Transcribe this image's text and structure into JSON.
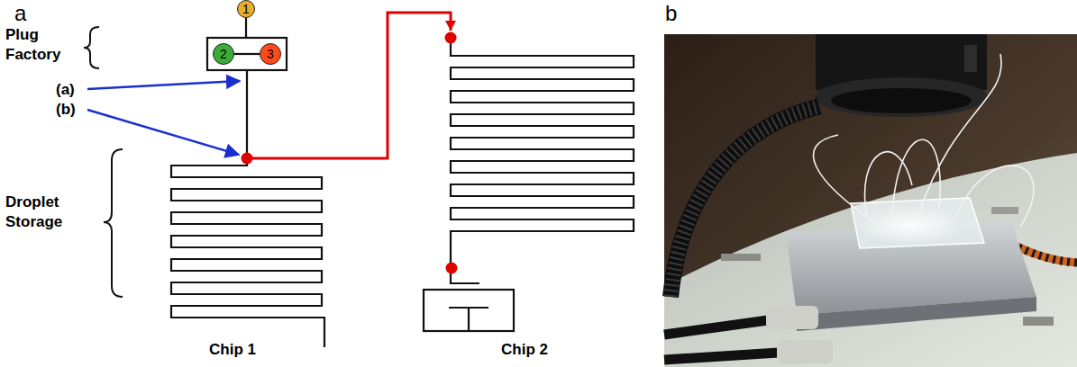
{
  "diagram": {
    "nodes": [
      {
        "text": [
          "1"
        ]
      },
      {
        "text": [
          "Chip 1"
        ]
      },
      {
        "text": [
          "2"
        ],
        "in": 1
      },
      {
        "text": [
          "3"
        ],
        "in": 1
      },
      {
        "text": [
          "Chip 2"
        ]
      }
    ],
    "edges": [
      {
        "from": 2,
        "to": 3,
        "arrow": "none"
      },
      {
        "from": 1,
        "to": 4,
        "arrow": "to"
      }
    ],
    "labels": [
      "a",
      "b",
      "Plug Factory",
      "(a)",
      "(b)",
      "Droplet Storage"
    ]
  }
}
